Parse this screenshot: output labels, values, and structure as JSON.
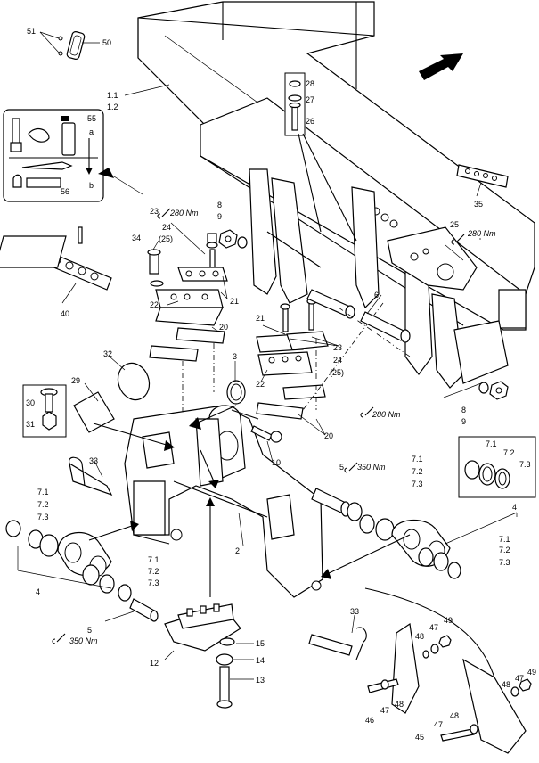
{
  "labels": {
    "p51": "51",
    "p50": "50",
    "p1_1": "1.1",
    "p1_2": "1.2",
    "p55": "55",
    "pa": "a",
    "pb": "b",
    "p56": "56",
    "p28": "28",
    "p27": "27",
    "p26": "26",
    "p35": "35",
    "p23a": "23",
    "t280a": "280 Nm",
    "p8a": "8",
    "p9a": "9",
    "p34": "34",
    "p24a": "24",
    "p25a": "(25)",
    "p40": "40",
    "p21a": "21",
    "p22a": "22",
    "p20a": "20",
    "p25": "25",
    "t280b": "280 Nm",
    "p6": "6",
    "p21b": "21",
    "p23b": "23",
    "p24b": "24",
    "p25b": "(25)",
    "p22b": "22",
    "t280c": "280 Nm",
    "p20b": "20",
    "p8b": "8",
    "p9b": "9",
    "p32": "32",
    "p3": "3",
    "p29": "29",
    "p30": "30",
    "p31": "31",
    "p33a": "33",
    "p10": "10",
    "p5a": "5",
    "t350a": "350 Nm",
    "p7_1a": "7.1",
    "p7_2a": "7.2",
    "p7_3a": "7.3",
    "p7_1b": "7.1",
    "p7_2b": "7.2",
    "p7_3b": "7.3",
    "p7_1c": "7.1",
    "p7_2c": "7.2",
    "p7_3c": "7.3",
    "p7_1d": "7.1",
    "p7_2d": "7.2",
    "p7_3d": "7.3",
    "p7_1e": "7.1",
    "p7_2e": "7.2",
    "p7_3e": "7.3",
    "p4a": "4",
    "p4b": "4",
    "p2": "2",
    "p5b": "5",
    "t350b": "350 Nm",
    "p12": "12",
    "p15": "15",
    "p14": "14",
    "p13": "13",
    "p33b": "33",
    "p49a": "49",
    "p47a": "47",
    "p48a": "48",
    "p46": "46",
    "p47b": "47",
    "p48b": "48",
    "p49b": "49",
    "p47c": "47",
    "p48c": "48",
    "p45": "45",
    "p47d": "47",
    "p48d": "48"
  }
}
